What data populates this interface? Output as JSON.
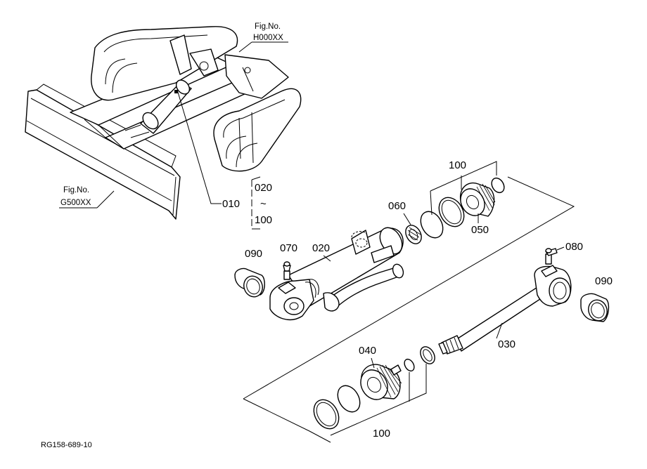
{
  "figure_code": "RG158-689-10",
  "fig_refs": {
    "fig_top": {
      "line1": "Fig.No.",
      "line2": "H000XX"
    },
    "fig_left": {
      "line1": "Fig.No.",
      "line2": "G500XX"
    }
  },
  "range_label": {
    "from": "020",
    "tilde": "~",
    "to": "100"
  },
  "parts": [
    {
      "id": "part-010",
      "number": "010"
    },
    {
      "id": "part-020",
      "number": "020"
    },
    {
      "id": "part-030",
      "number": "030"
    },
    {
      "id": "part-040",
      "number": "040"
    },
    {
      "id": "part-050",
      "number": "050"
    },
    {
      "id": "part-060",
      "number": "060"
    },
    {
      "id": "part-070",
      "number": "070"
    },
    {
      "id": "part-080",
      "number": "080"
    },
    {
      "id": "part-090a",
      "number": "090"
    },
    {
      "id": "part-090b",
      "number": "090"
    },
    {
      "id": "part-100a",
      "number": "100"
    },
    {
      "id": "part-100b",
      "number": "100"
    }
  ]
}
